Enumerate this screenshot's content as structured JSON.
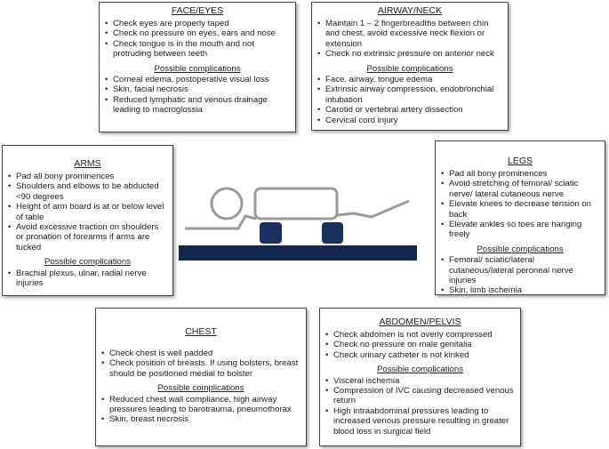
{
  "colors": {
    "bar": "#16274d",
    "bolster": "#1c3060",
    "line": "#9a9a9a",
    "outline": "#999999"
  },
  "face": {
    "title": "FACE/EYES",
    "items": [
      "Check eyes are properly taped",
      "Check no pressure on eyes, ears and nose",
      "Check tongue is in the mouth and not protruding between teeth"
    ],
    "sub": "Possible complications",
    "complications": [
      "Corneal edema, postoperative visual loss",
      "Skin, facial necrosis",
      "Reduced lymphatic and venous drainage leading to macroglossia"
    ]
  },
  "airway": {
    "title": "AIRWAY/NECK",
    "items": [
      "Maintain 1 – 2 fingerbreadths between chin and chest, avoid excessive neck flexion or extension",
      "Check no extrinsic pressure on anterior neck"
    ],
    "sub": "Possible complications",
    "complications": [
      "Face, airway, tongue edema",
      "Extrinsic airway compression, endobronchial intubation",
      "Carotid or vertebral artery dissection",
      "Cervical cord injury"
    ]
  },
  "arms": {
    "title": "ARMS",
    "items": [
      "Pad all bony prominences",
      "Shoulders and elbows to be abducted <90 degrees",
      "Height of arm board is at or below level of table",
      "Avoid excessive traction on shoulders or pronation of forearms if arms are tucked"
    ],
    "sub": "Possible complications",
    "complications": [
      "Brachial plexus, ulnar, radial nerve injuries"
    ]
  },
  "legs": {
    "title": "LEGS",
    "items": [
      "Pad all bony prominences",
      "Avoid stretching of femoral/ sciatic nerve/ lateral cutaneous nerve",
      "Elevate knees to decrease tension on back",
      "Elevate ankles so toes are hanging freely"
    ],
    "sub": "Possible complications",
    "complications": [
      "Femoral/ sciatic/lateral cutaneous/lateral peroneal nerve injuries",
      "Skin, limb ischemia"
    ]
  },
  "chest": {
    "title": "CHEST",
    "items": [
      "Check chest is well padded",
      "Check position of breasts. If using bolsters, breast should be positioned medial to bolster"
    ],
    "sub": "Possible complications",
    "complications": [
      "Reduced chest wall compliance, high airway pressures leading to barotrauma, pneumothorax",
      "Skin, breast necrosis"
    ]
  },
  "abdomen": {
    "title": "ABDOMEN/PELVIS",
    "items": [
      "Check abdomen is not overly compressed",
      "Check no pressure on male genitalia",
      "Check urinary catheter is not kinked"
    ],
    "sub": "Possible complications",
    "complications": [
      "Visceral ischemia",
      "Compression of IVC causing decreased venous return",
      "High intraabdominal pressures leading to increased venous pressure resulting in greater blood loss in surgical field"
    ]
  }
}
